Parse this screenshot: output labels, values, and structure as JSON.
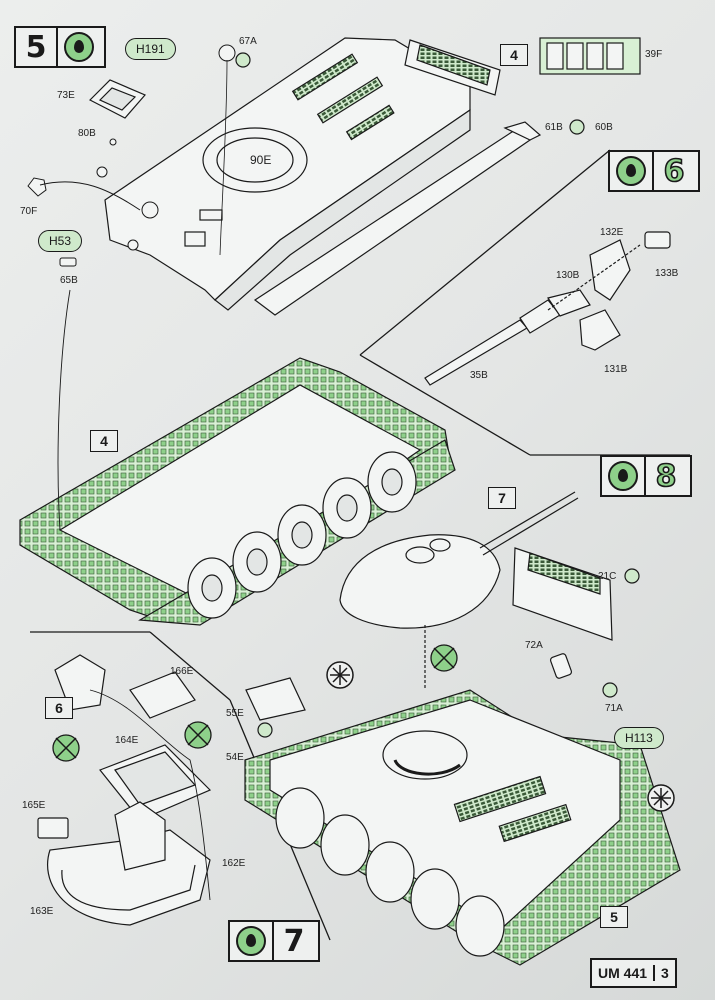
{
  "steps": {
    "step5": "5",
    "step6": "6",
    "step7": "7",
    "step8": "8"
  },
  "callouts": {
    "h191": "H191",
    "h53": "H53",
    "h113": "H113"
  },
  "parts": {
    "p67A": "67A",
    "p73E": "73E",
    "p80B": "80B",
    "p70F": "70F",
    "p90E": "90E",
    "p65B": "65B",
    "p39F": "39F",
    "p61B": "61B",
    "p60B": "60B",
    "p132E": "132E",
    "p133B": "133B",
    "p130B": "130B",
    "p35B": "35B",
    "p131B": "131B",
    "p21C": "21C",
    "p72A": "72A",
    "p71A": "71A",
    "p166E": "166E",
    "p164E": "164E",
    "p165E": "165E",
    "p162E": "162E",
    "p163E": "163E",
    "p55E": "55E",
    "p54E": "54E"
  },
  "subassembly_tags": {
    "tag4_top": "4",
    "tag4_tracks": "4",
    "tag7_turret": "7",
    "tag6_hatch": "6",
    "tag5_hull": "5"
  },
  "footer": {
    "code": "UM 441",
    "page": "3"
  },
  "colors": {
    "accent_green": "#8ed08a",
    "line": "#1a1a1a",
    "paper": "#eceeed"
  }
}
